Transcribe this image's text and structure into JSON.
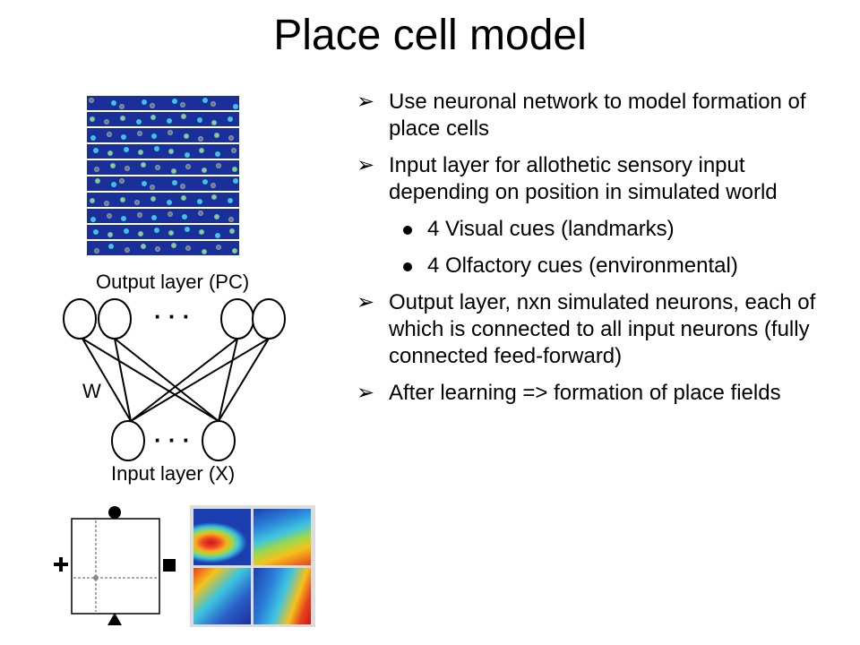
{
  "slide": {
    "title": "Place cell model",
    "bullets": [
      {
        "text": "Use neuronal network to model formation of place cells",
        "subs": []
      },
      {
        "text": "Input layer for allothetic sensory input depending on position in simulated world",
        "subs": [
          "4 Visual cues (landmarks)",
          "4 Olfactory cues (environmental)"
        ]
      },
      {
        "text": "Output layer, nxn simulated neurons, each of which is connected to all input neurons (fully connected feed-forward)",
        "subs": []
      },
      {
        "text": "After learning => formation of place fields",
        "subs": []
      }
    ]
  },
  "network": {
    "output_label": "Output layer (PC)",
    "input_label": "Input layer (X)",
    "weight_label": "W",
    "ellipsis": "· · ·"
  },
  "colors": {
    "grid_bg": "#1b2f9b",
    "hot": "#e8281e",
    "warm": "#f5c21a",
    "cool": "#3cc4e0"
  }
}
